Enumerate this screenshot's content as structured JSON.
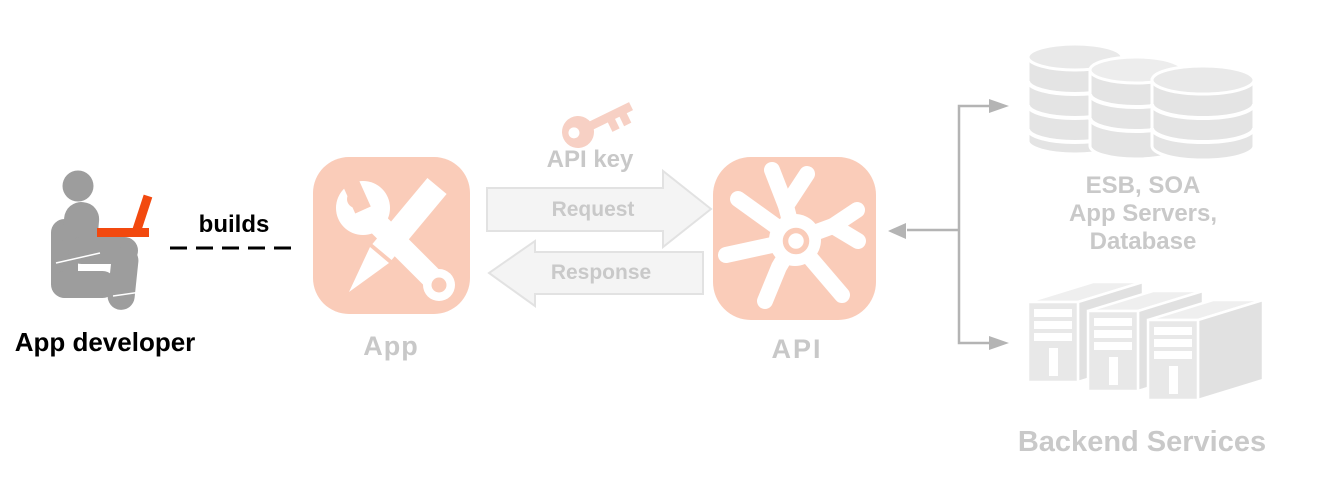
{
  "developer": {
    "label": "App developer",
    "relation_label": "builds",
    "icon": "seated-developer-with-laptop-icon"
  },
  "app": {
    "label": "App",
    "icon": "wrench-and-pencil-icon"
  },
  "exchange": {
    "api_key_label": "API key",
    "api_key_icon": "key-icon",
    "request_label": "Request",
    "response_label": "Response"
  },
  "api": {
    "label": "API",
    "icon": "api-pinwheel-icon"
  },
  "backends": {
    "esb": {
      "lines": [
        "ESB, SOA",
        "App Servers,",
        "Database"
      ],
      "icon": "database-stack-icon"
    },
    "services": {
      "label": "Backend Services",
      "icon": "server-towers-icon"
    }
  },
  "colors": {
    "accent_salmon": "#FACCB9",
    "key_salmon": "#F7D0C4",
    "laptop_orange": "#F2490F",
    "person_gray": "#9D9D9D",
    "faded_text_gray": "#C8C8C8",
    "black_text": "#000000",
    "arrow_fill": "#F4F4F4",
    "arrow_border": "#E2E2E2",
    "connector_gray": "#B4B4B4",
    "backend_icon_gray": "#E6E6E6"
  }
}
